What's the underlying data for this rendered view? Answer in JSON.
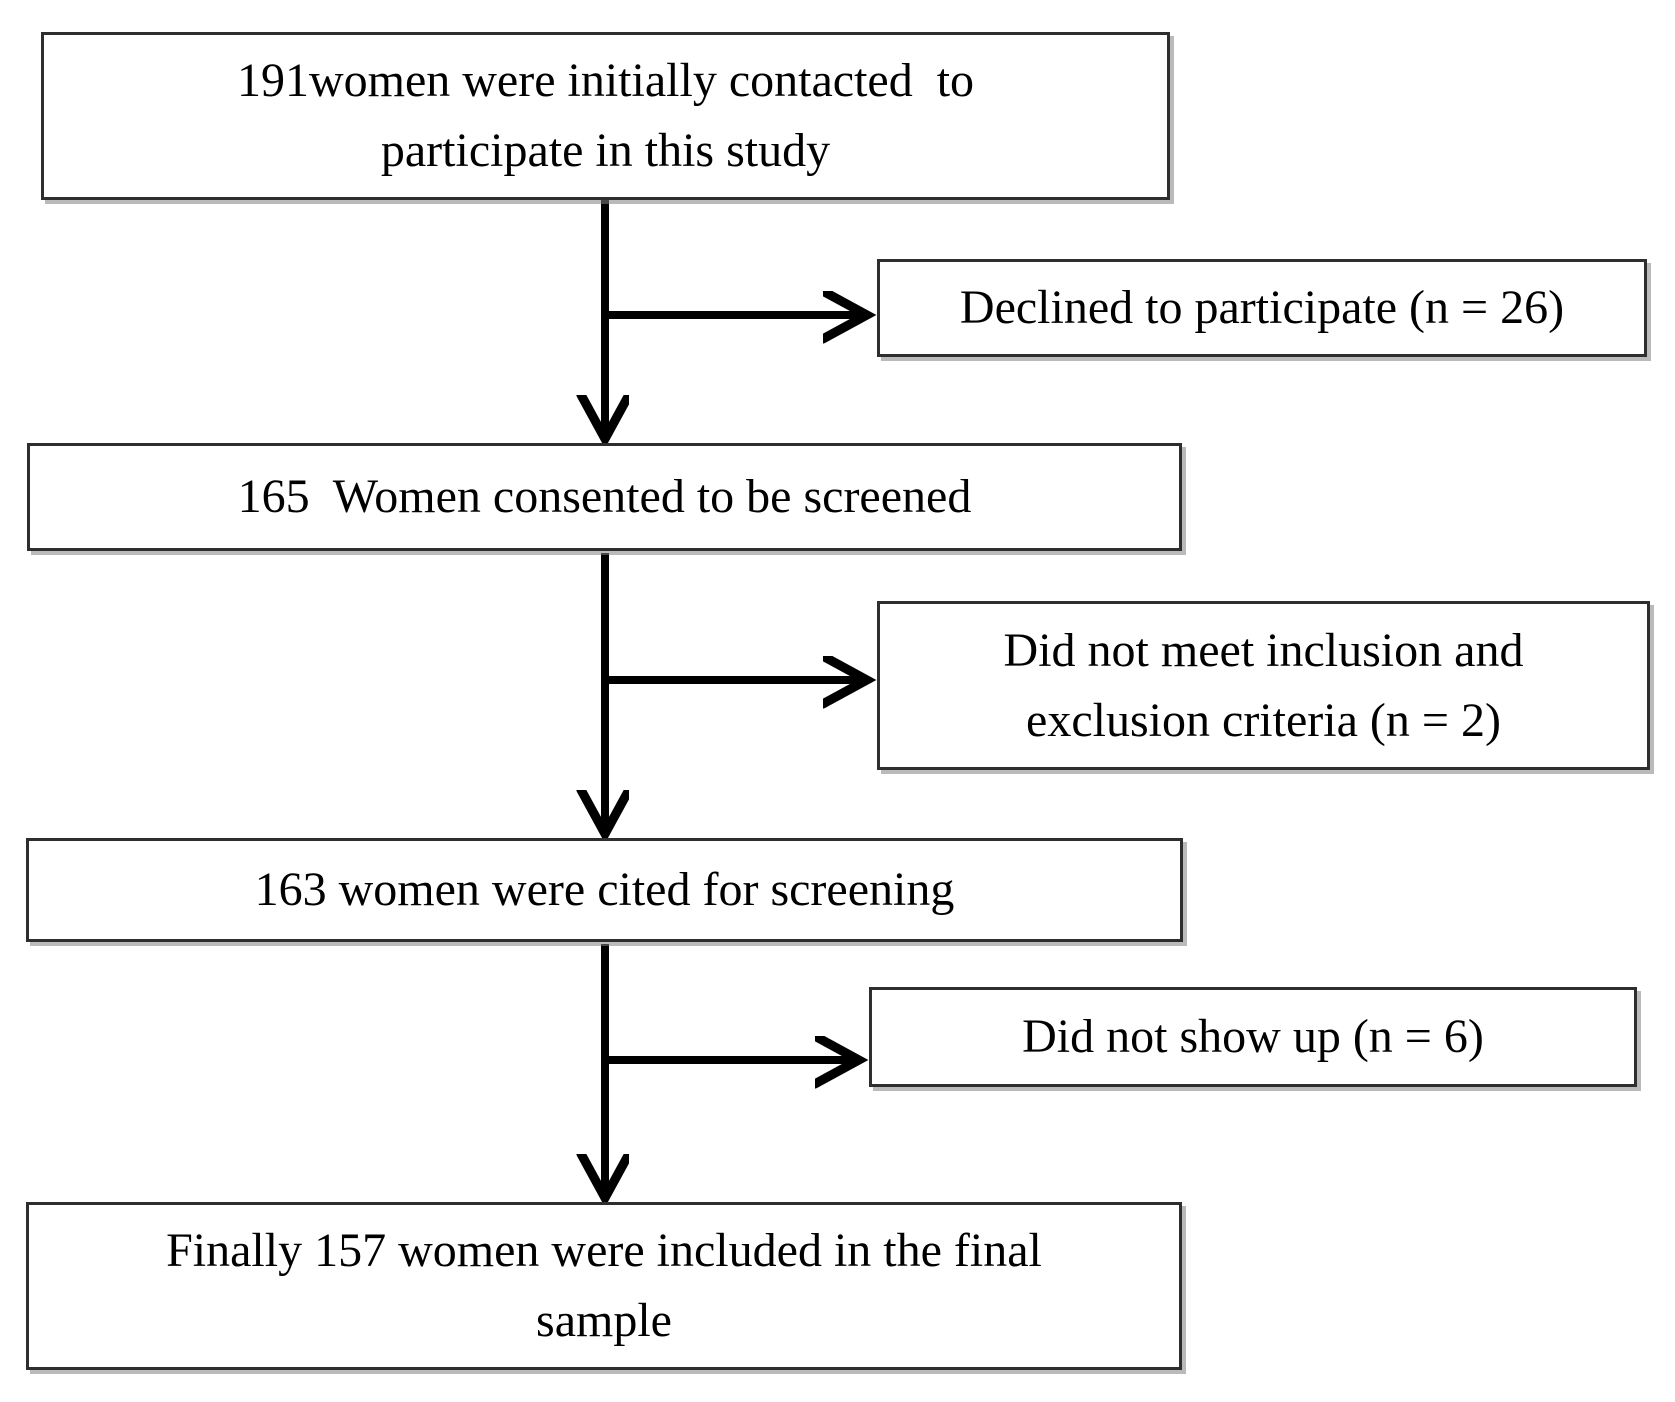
{
  "diagram": {
    "background_color": "#ffffff",
    "box_border_color": "#2e2e2e",
    "arrow_color": "#000000",
    "text_color": "#000000",
    "main_boxes": [
      {
        "lines": [
          "191women were initially contacted  to",
          "participate in this study"
        ]
      },
      {
        "lines": [
          "165  Women consented to be screened"
        ]
      },
      {
        "lines": [
          "163 women were cited for screening"
        ]
      },
      {
        "lines": [
          "Finally 157 women were included in the final",
          "sample"
        ]
      }
    ],
    "side_boxes": [
      {
        "lines": [
          "Declined to participate (n = 26)"
        ]
      },
      {
        "lines": [
          "Did not meet inclusion and",
          "exclusion criteria (n = 2)"
        ]
      },
      {
        "lines": [
          "Did not show up (n = 6)"
        ]
      }
    ]
  }
}
